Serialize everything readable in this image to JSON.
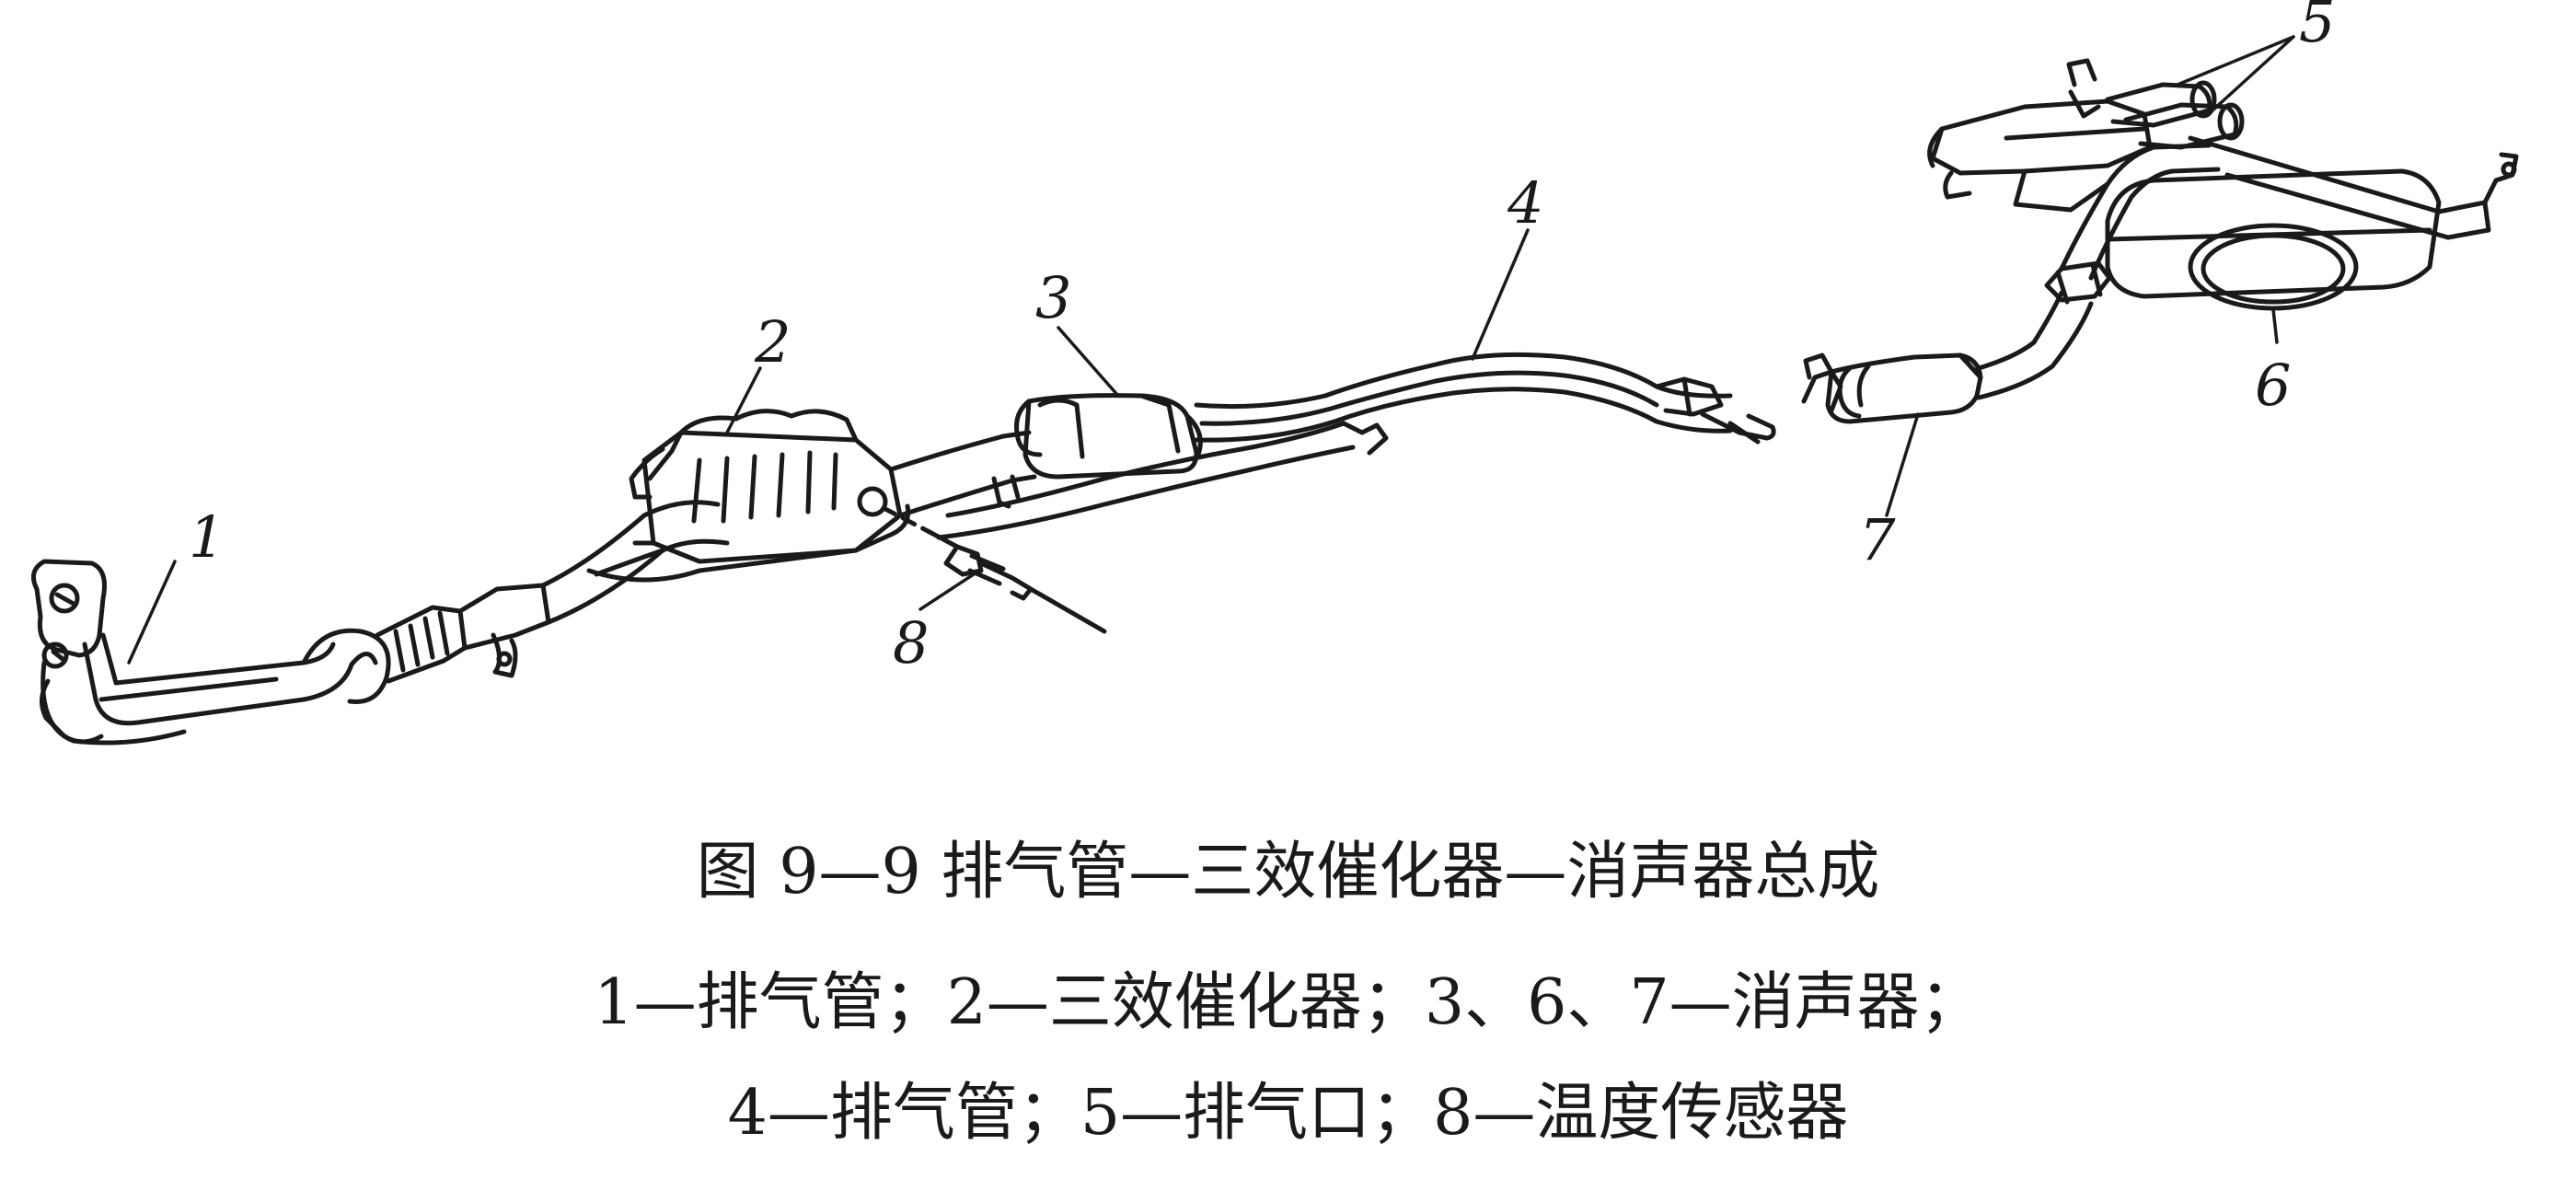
{
  "figure": {
    "title": "图 9—9 排气管—三效催化器—消声器总成",
    "legend_line_1": "1—排气管；2—三效催化器；3、6、7—消声器；",
    "legend_line_2": "4—排气管；5—排气口；8—温度传感器"
  },
  "callouts": [
    {
      "number": "1",
      "part": "排气管"
    },
    {
      "number": "2",
      "part": "三效催化器"
    },
    {
      "number": "3",
      "part": "消声器"
    },
    {
      "number": "4",
      "part": "排气管"
    },
    {
      "number": "5",
      "part": "排气口"
    },
    {
      "number": "6",
      "part": "消声器"
    },
    {
      "number": "7",
      "part": "消声器"
    },
    {
      "number": "8",
      "part": "温度传感器"
    }
  ],
  "colors": {
    "line": "#1a1a1a",
    "background": "#ffffff"
  }
}
